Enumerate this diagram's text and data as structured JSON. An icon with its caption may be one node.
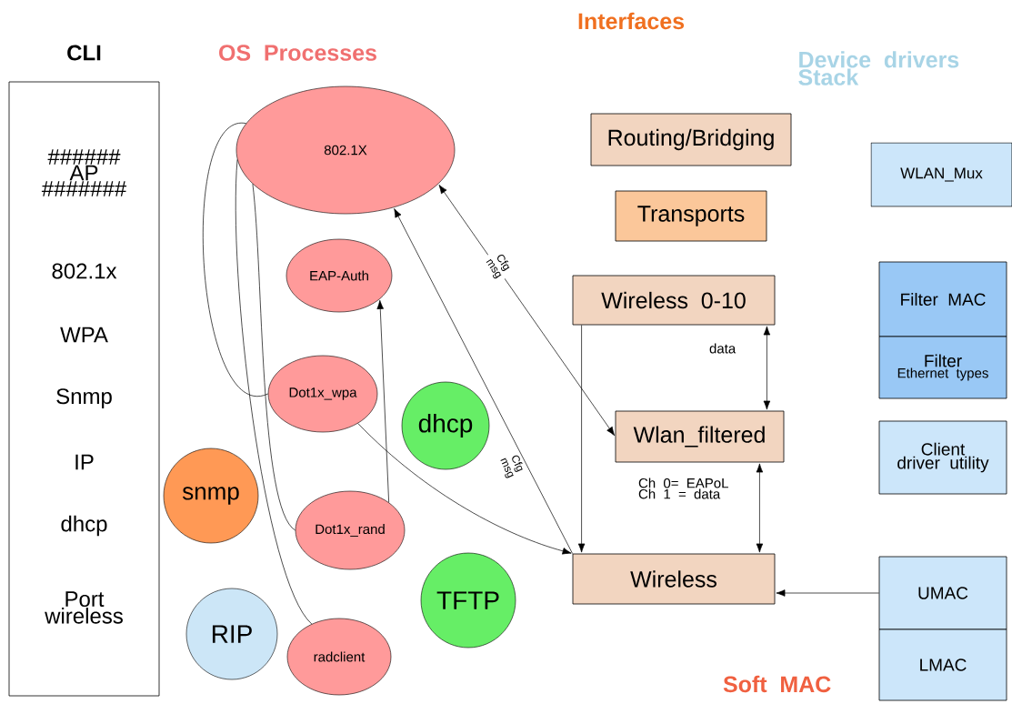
{
  "diagram": {
    "nodes": [
      {
        "text": [
          "CLI",
          "###### AP #######",
          "802.1x",
          "WPA",
          "Snmp",
          "IP",
          "dhcp",
          "Port wireless"
        ]
      },
      {
        "text": [
          "802.1X"
        ]
      },
      {
        "text": [
          "EAP-Auth"
        ]
      },
      {
        "text": [
          "Dot1x_wpa"
        ]
      },
      {
        "text": [
          "dhcp"
        ]
      },
      {
        "text": [
          "snmp"
        ]
      },
      {
        "text": [
          "Dot1x_rand"
        ]
      },
      {
        "text": [
          "RIP"
        ]
      },
      {
        "text": [
          "TFTP"
        ]
      },
      {
        "text": [
          "radclient"
        ]
      },
      {
        "text": [
          "Routing/Bridging"
        ]
      },
      {
        "text": [
          "Transports"
        ]
      },
      {
        "text": [
          "Wireless 0-10"
        ]
      },
      {
        "text": [
          "Wlan_filtered"
        ]
      },
      {
        "text": [
          "Wireless"
        ]
      },
      {
        "text": [
          "WLAN_Mux"
        ]
      },
      {
        "text": [
          "Filter MAC"
        ]
      },
      {
        "text": [
          "Filter",
          "Ethernet types"
        ]
      },
      {
        "text": [
          "Client driver utility"
        ]
      },
      {
        "text": [
          "UMAC"
        ]
      },
      {
        "text": [
          "LMAC"
        ]
      }
    ],
    "edges": [
      {
        "from": 1,
        "to": 13,
        "arrow": "both",
        "label": "Cfg msg"
      },
      {
        "from": 14,
        "to": 1,
        "arrow": "to",
        "label": "Cfg msg"
      },
      {
        "from": 3,
        "to": 14,
        "arrow": "to"
      },
      {
        "from": 6,
        "to": 2,
        "arrow": "to"
      },
      {
        "from": 12,
        "to": 14,
        "arrow": "to"
      },
      {
        "from": 12,
        "to": 13,
        "arrow": "both",
        "label": "data"
      },
      {
        "from": 13,
        "to": 14,
        "arrow": "both",
        "label": "Ch 0= EAPoL Ch 1 = data"
      },
      {
        "from": 19,
        "to": 14,
        "arrow": "to"
      },
      {
        "from": 1,
        "to": 3,
        "arrow": "none"
      },
      {
        "from": 1,
        "to": 6,
        "arrow": "none"
      },
      {
        "from": 1,
        "to": 9,
        "arrow": "none"
      }
    ],
    "labels": [
      "OS Processes",
      "Interfaces",
      "Device drivers Stack",
      "Soft MAC"
    ]
  }
}
